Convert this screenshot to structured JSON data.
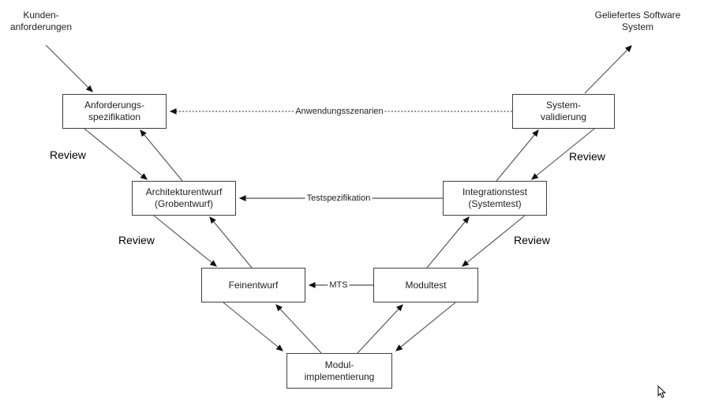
{
  "diagram": {
    "title_semantics": "V-Modell (software development V-model)",
    "source_labels": {
      "customer_requirements": {
        "line1": "Kunden-",
        "line2": "anforderungen"
      },
      "delivered_system": {
        "line1": "Geliefertes Software",
        "line2": "System"
      }
    },
    "boxes": {
      "anforderungsspezifikation": {
        "line1": "Anforderungs-",
        "line2": "spezifikation"
      },
      "systemvalidierung": {
        "line1": "System-",
        "line2": "validierung"
      },
      "architekturentwurf": {
        "line1": "Architekturentwurf",
        "line2": "(Grobentwurf)"
      },
      "integrationstest": {
        "line1": "Integrationstest",
        "line2": "(Systemtest)"
      },
      "feinentwurf": {
        "line1": "Feinentwurf"
      },
      "modultest": {
        "line1": "Modultest"
      },
      "modulimplementierung": {
        "line1": "Modul-",
        "line2": "implementierung"
      }
    },
    "connector_labels": {
      "anwendungsszenarien": "Anwendungsszenarien",
      "testspezifikation": "Testspezifikation",
      "mts": "MTS"
    },
    "review_labels": {
      "left_top": "Review",
      "left_middle": "Review",
      "right_top": "Review",
      "right_middle": "Review"
    },
    "colors": {
      "background": "#ffffff",
      "box_fill": "#ffffff",
      "box_border": "#3f3f3f",
      "text": "#1f1f1f",
      "diagonal_line": "#4d4d4d",
      "horizontal_line": "#262626",
      "arrowhead": "#111111"
    }
  }
}
